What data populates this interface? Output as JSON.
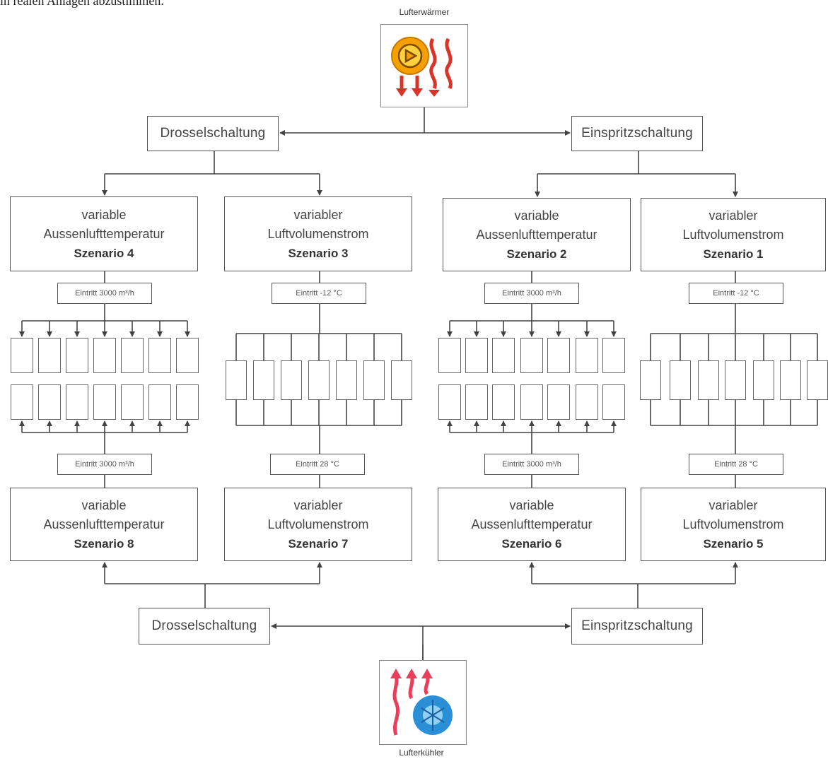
{
  "top_text": "in realen Anlagen abzustimmen.",
  "heater": {
    "label": "Lufterwärmer"
  },
  "cooler": {
    "label": "Lufterkühler"
  },
  "top": {
    "left": "Drosselschaltung",
    "right": "Einspritzschaltung"
  },
  "bottom": {
    "left": "Drosselschaltung",
    "right": "Einspritzschaltung"
  },
  "scenarios": {
    "s4": {
      "l1": "variable",
      "l2": "Aussenlufttemperatur",
      "l3": "Szenario 4"
    },
    "s3": {
      "l1": "variabler",
      "l2": "Luftvolumenstrom",
      "l3": "Szenario 3"
    },
    "s2": {
      "l1": "variable",
      "l2": "Aussenlufttemperatur",
      "l3": "Szenario 2"
    },
    "s1": {
      "l1": "variabler",
      "l2": "Luftvolumenstrom",
      "l3": "Szenario 1"
    },
    "s8": {
      "l1": "variable",
      "l2": "Aussenlufttemperatur",
      "l3": "Szenario 8"
    },
    "s7": {
      "l1": "variabler",
      "l2": "Luftvolumenstrom",
      "l3": "Szenario 7"
    },
    "s6": {
      "l1": "variable",
      "l2": "Aussenlufttemperatur",
      "l3": "Szenario 6"
    },
    "s5": {
      "l1": "variabler",
      "l2": "Luftvolumenstrom",
      "l3": "Szenario 5"
    }
  },
  "params": {
    "p4": "Eintritt 3000 m³/h",
    "p3": "Eintritt -12 °C",
    "p2": "Eintritt 3000 m³/h",
    "p1": "Eintritt -12 °C",
    "p8": "Eintritt 3000 m³/h",
    "p7": "Eintritt 28 °C",
    "p6": "Eintritt 3000 m³/h",
    "p5": "Eintritt 28 °C"
  },
  "colors": {
    "line": "#444444",
    "heater_orange": "#f5a000",
    "heater_red": "#d8342a",
    "cooler_red": "#e8405a",
    "cooler_blue": "#2a8fd6"
  }
}
